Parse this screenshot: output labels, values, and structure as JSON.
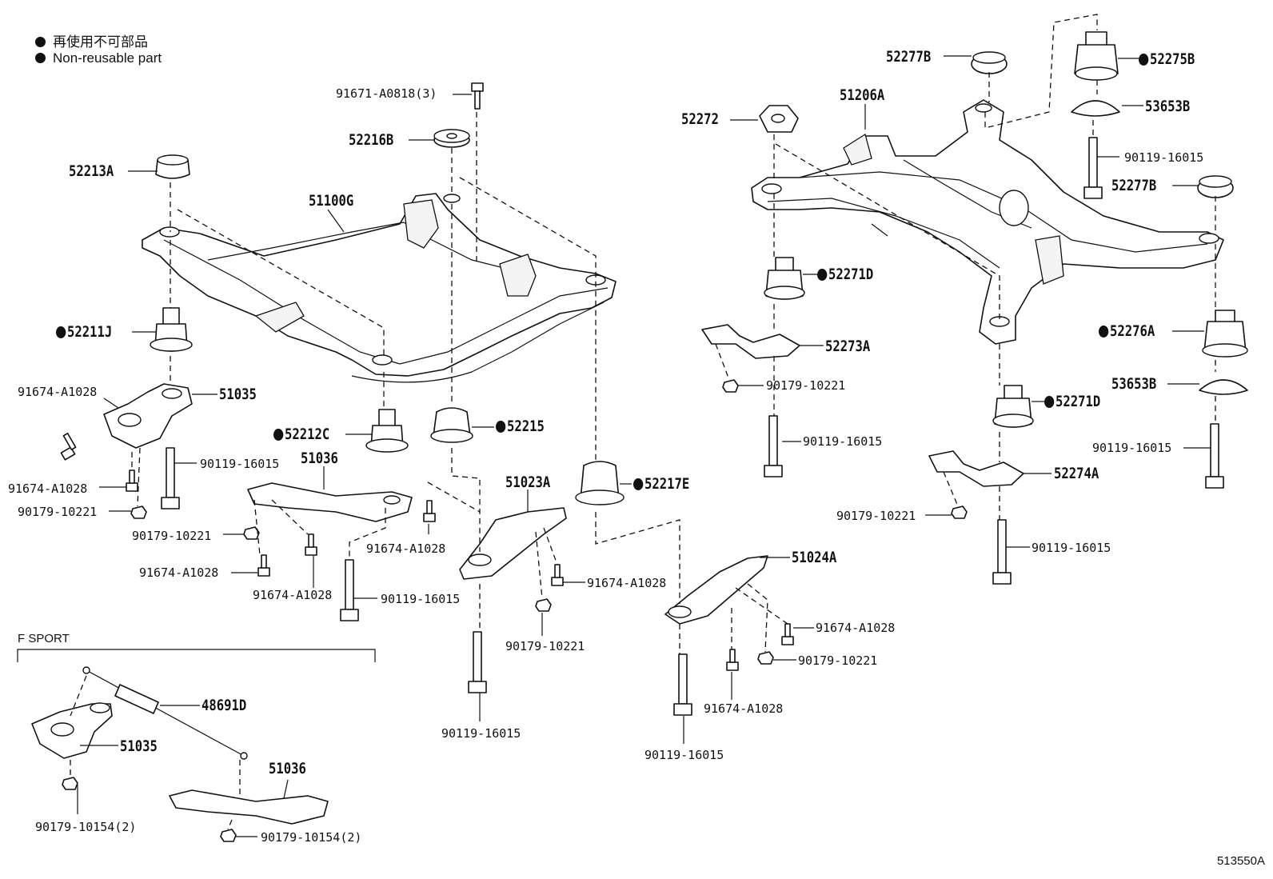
{
  "legend": {
    "jp": "再使用不可部品",
    "en": "Non-reusable part"
  },
  "section_label": "F SPORT",
  "ref_code": "513550A",
  "labels": {
    "p91671": "91671-A0818(3)",
    "p52216B": "52216B",
    "p52213A": "52213A",
    "p51100G": "51100G",
    "p52211J": "52211J",
    "p51035a": "51035",
    "p91674_a": "91674-A1028",
    "p91674_b": "91674-A1028",
    "p90179_a": "90179-10221",
    "p90119_a": "90119-16015",
    "p52212C": "52212C",
    "p52215": "52215",
    "p51036a": "51036",
    "p90179_b": "90179-10221",
    "p91674_c": "91674-A1028",
    "p91674_d": "91674-A1028",
    "p90119_b": "90119-16015",
    "p51023A": "51023A",
    "p91674_e": "91674-A1028",
    "p52217E": "52217E",
    "p91674_f": "91674-A1028",
    "p90179_c": "90179-10221",
    "p90119_c": "90119-16015",
    "p51024A": "51024A",
    "p91674_g": "91674-A1028",
    "p90179_d": "90179-10221",
    "p91674_h": "91674-A1028",
    "p90119_d": "90119-16015",
    "p52277B_a": "52277B",
    "p52275B": "52275B",
    "p51206A": "51206A",
    "p53653B_a": "53653B",
    "p52272": "52272",
    "p90119_e": "90119-16015",
    "p52277B_b": "52277B",
    "p52271D_a": "52271D",
    "p52273A": "52273A",
    "p90179_e": "90179-10221",
    "p90119_f": "90119-16015",
    "p52276A": "52276A",
    "p53653B_b": "53653B",
    "p52271D_b": "52271D",
    "p90119_g": "90119-16015",
    "p52274A": "52274A",
    "p90179_f": "90179-10221",
    "p90119_h": "90119-16015",
    "p48691D": "48691D",
    "p51035b": "51035",
    "p51036b": "51036",
    "p90179_g": "90179-10154(2)",
    "p90179_h": "90179-10154(2)"
  }
}
